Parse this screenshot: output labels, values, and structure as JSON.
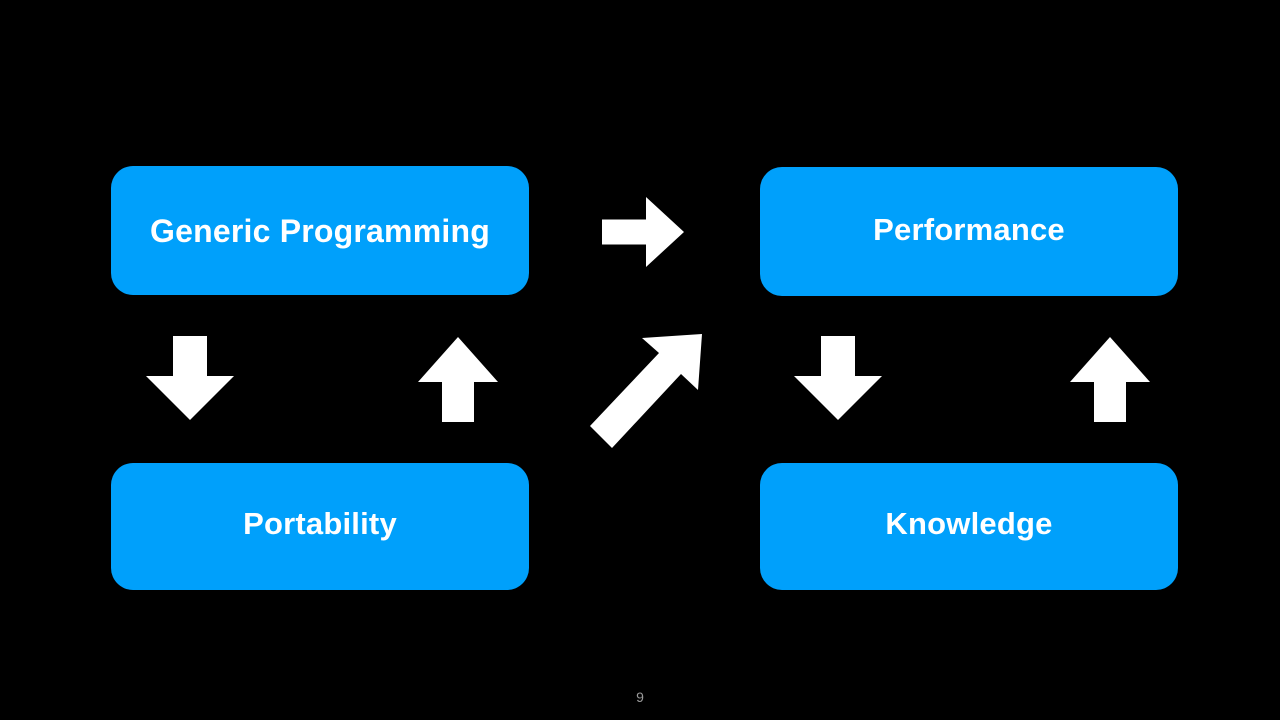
{
  "slide": {
    "background_color": "#000000",
    "accent_color": "#00A0FB",
    "arrow_color": "#FFFFFF",
    "text_color": "#FFFFFF",
    "page_number": "9",
    "page_number_color": "#9A9A9A"
  },
  "nodes": [
    {
      "id": "generic-programming",
      "label": "Generic Programming"
    },
    {
      "id": "performance",
      "label": "Performance"
    },
    {
      "id": "portability",
      "label": "Portability"
    },
    {
      "id": "knowledge",
      "label": "Knowledge"
    }
  ],
  "arrows": [
    {
      "id": "right-top",
      "direction": "right",
      "from": "generic-programming",
      "to": "performance"
    },
    {
      "id": "down-left",
      "direction": "down",
      "from": "generic-programming",
      "to": "portability"
    },
    {
      "id": "up-left",
      "direction": "up",
      "from": "portability",
      "to": "generic-programming"
    },
    {
      "id": "diagonal-up",
      "direction": "up-right",
      "from": "portability",
      "to": "performance"
    },
    {
      "id": "down-right",
      "direction": "down",
      "from": "performance",
      "to": "knowledge"
    },
    {
      "id": "up-right",
      "direction": "up",
      "from": "knowledge",
      "to": "performance"
    }
  ]
}
